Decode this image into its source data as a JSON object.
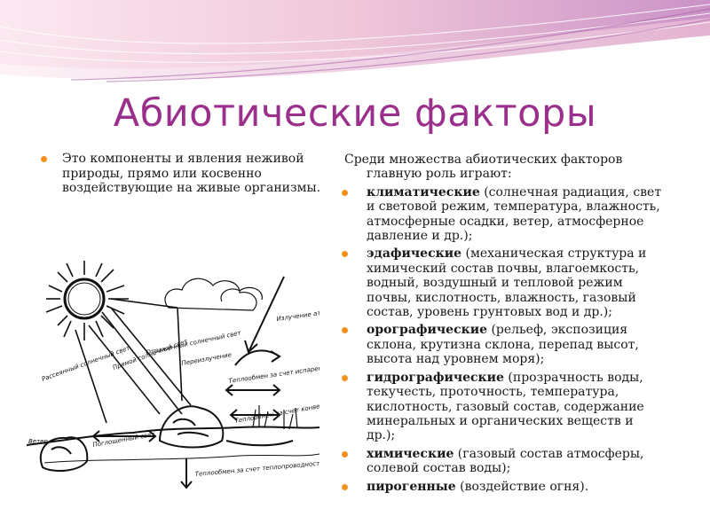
{
  "slide": {
    "title": "Абиотические факторы",
    "left_bullet": "Это компоненты и явления неживой природы, прямо или косвенно воздействующие на живые организмы.",
    "right_intro_line1": "Среди множества абиотических факторов",
    "right_intro_line2": "главную роль играют:",
    "items": [
      {
        "term": "климатические",
        "text": " (солнечная радиация, свет и световой режим, температура, влажность, атмосферные осадки, ветер, атмосферное давление и др.);"
      },
      {
        "term": "эдафические",
        "text": " (механическая структура и химический состав почвы, влагоемкость, водный, воздушный и тепловой режим почвы, кислотность, влажность, газовый состав, уровень грунтовых вод и др.);"
      },
      {
        "term": "орографические",
        "text": " (рельеф, экспозиция склона, крутизна склона, перепад высот, высота над уровнем моря);"
      },
      {
        "term": "гидрографические",
        "text": " (прозрачность воды, текучесть, проточность, температура, кислотность, газовый состав, содержание минеральных и органических веществ и др.);"
      },
      {
        "term": "химические",
        "text": " (газовый состав атмосферы, солевой состав воды);"
      },
      {
        "term": "пирогенные",
        "text": " (воздействие огня)."
      }
    ]
  },
  "diagram": {
    "labels": [
      "Излучение атмосферы",
      "Отраженный солнечный свет",
      "Рассеянный солнечный свет",
      "Прямой солнечный свет",
      "Переизлучение",
      "Теплообмен за счет испарения и конденсации",
      "Ветер",
      "Поглощенный свет",
      "Теплообмен за счет конвекции",
      "Теплообмен за счет теплопроводности"
    ]
  },
  "colors": {
    "title": "#9b2f8c",
    "bullet": "#f3901e",
    "band_pink": "#e7b0c8",
    "band_purple": "#b07ab8"
  }
}
